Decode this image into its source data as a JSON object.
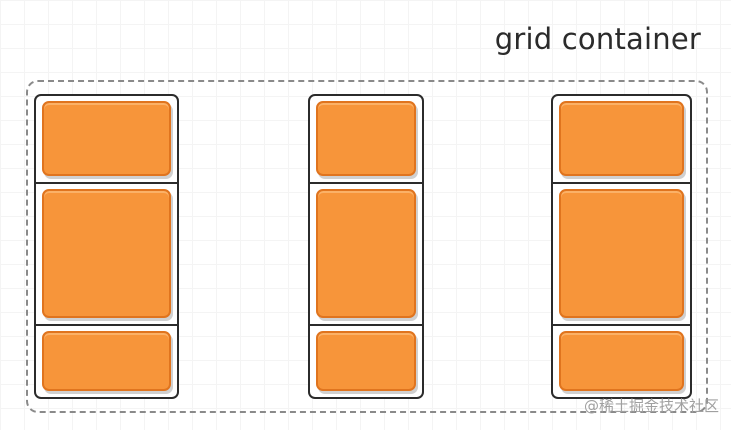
{
  "diagram": {
    "title": "grid container",
    "watermark": "@稀土掘金技术社区",
    "colors": {
      "item_fill": "#f7953a",
      "item_border": "#e0741e",
      "track_border": "#2b2b2b",
      "container_dash": "#8a8a8a"
    },
    "columns": [
      {
        "rows": 3
      },
      {
        "rows": 3
      },
      {
        "rows": 3
      }
    ]
  }
}
